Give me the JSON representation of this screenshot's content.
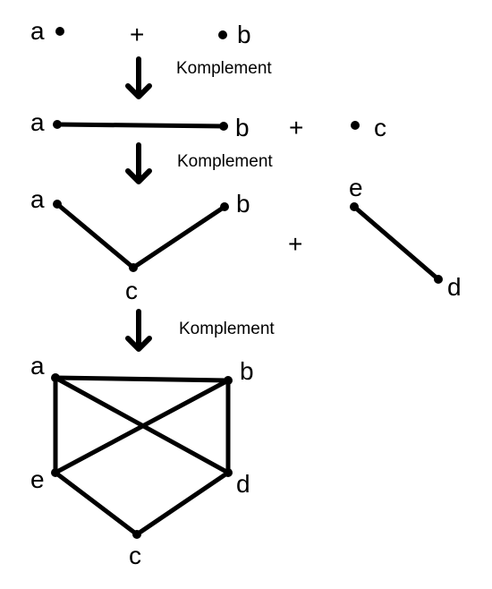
{
  "stage1": {
    "a": "a",
    "plus": "+",
    "b": "b"
  },
  "step1": "Komplement",
  "stage2": {
    "a": "a",
    "b": "b",
    "plus": "+",
    "c": "c"
  },
  "step2": "Komplement",
  "stage3": {
    "a": "a",
    "b": "b",
    "c": "c",
    "plus": "+",
    "e": "e",
    "d": "d"
  },
  "step3": "Komplement",
  "stage4": {
    "a": "a",
    "b": "b",
    "e": "e",
    "d": "d",
    "c": "c"
  }
}
